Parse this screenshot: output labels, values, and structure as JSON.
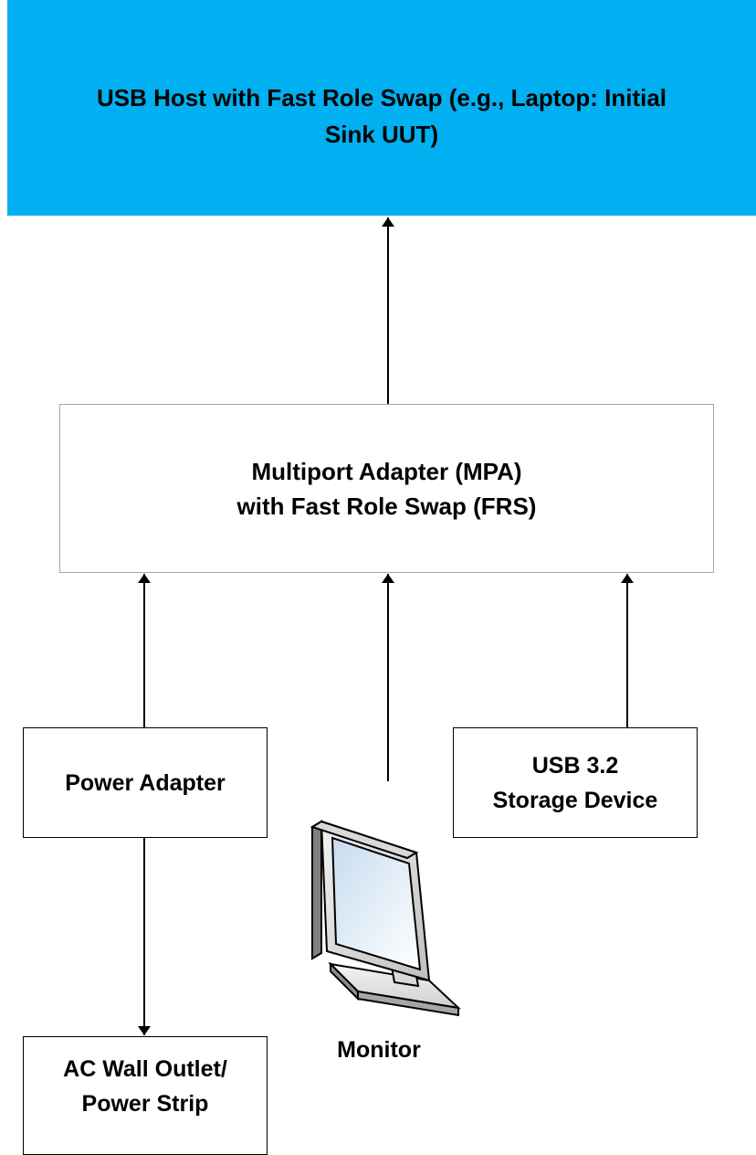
{
  "diagram": {
    "host": {
      "line1": "USB Host with Fast Role Swap (e.g., Laptop: Initial",
      "line2": "Sink UUT)"
    },
    "mpa": {
      "line1": "Multiport Adapter (MPA)",
      "line2": "with Fast Role Swap (FRS)"
    },
    "power_adapter": {
      "label": "Power Adapter"
    },
    "storage": {
      "line1": "USB 3.2",
      "line2": "Storage Device"
    },
    "outlet": {
      "line1": "AC Wall Outlet/",
      "line2": "Power Strip"
    },
    "monitor": {
      "label": "Monitor",
      "icon": "monitor-icon"
    },
    "colors": {
      "host_fill": "#00b0f0",
      "line": "#000000",
      "mpa_border": "#a6a6a6"
    }
  }
}
